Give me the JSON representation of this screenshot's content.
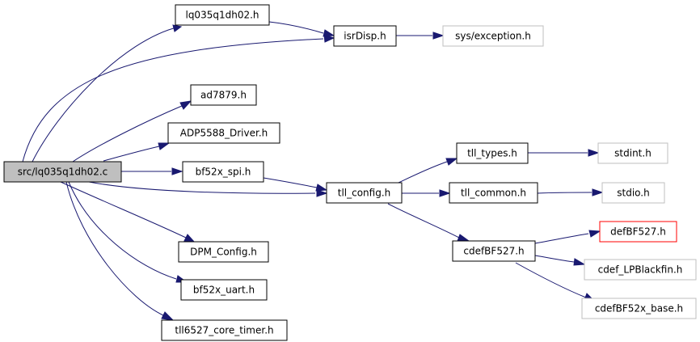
{
  "colors": {
    "edge": "#191970",
    "root_fill": "#bfbfbf",
    "node_border": "#000000",
    "missing_border": "#bfbfbf",
    "highlight_border": "#ff0000"
  },
  "nodes": {
    "root": "src/lq035q1dh02.c",
    "lq035": "lq035q1dh02.h",
    "isrdisp": "isrDisp.h",
    "sysexc": "sys/exception.h",
    "ad7879": "ad7879.h",
    "adp5588": "ADP5588_Driver.h",
    "bf52xspi": "bf52x_spi.h",
    "tllconfig": "tll_config.h",
    "tlltypes": "tll_types.h",
    "stdint": "stdint.h",
    "tllcommon": "tll_common.h",
    "stdio": "stdio.h",
    "dpmconfig": "DPM_Config.h",
    "cdefbf527": "cdefBF527.h",
    "defbf527": "defBF527.h",
    "cdeflp": "cdef_LPBlackfin.h",
    "cdefbase": "cdefBF52x_base.h",
    "bf52xuart": "bf52x_uart.h",
    "tll6527": "tll6527_core_timer.h"
  }
}
